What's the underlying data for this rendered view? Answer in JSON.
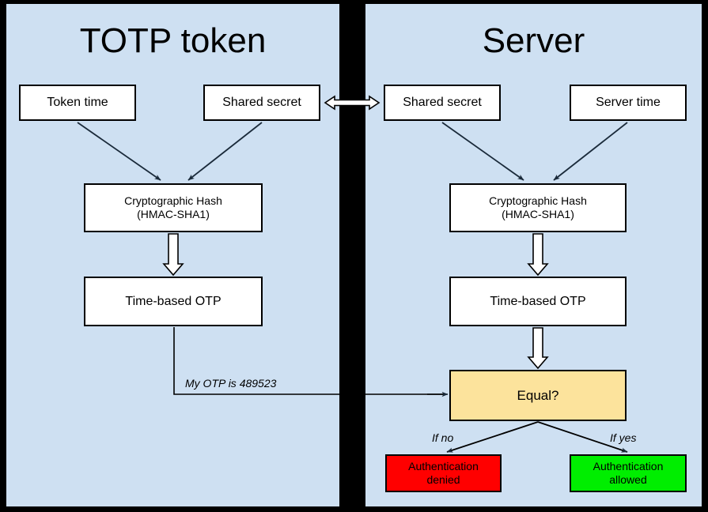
{
  "diagram": {
    "title": "TOTP token authentication flow",
    "colors": {
      "panel_background": "#cee0f2",
      "frame": "#000000",
      "node_fill": "#ffffff",
      "decision_fill": "#fce39c",
      "denied_fill": "#ff0000",
      "allowed_fill": "#00ee00"
    },
    "panels": [
      {
        "id": "token",
        "title": "TOTP token"
      },
      {
        "id": "server",
        "title": "Server"
      }
    ],
    "nodes": {
      "token_time": "Token time",
      "shared_secret_left": "Shared secret",
      "shared_secret_right": "Shared secret",
      "server_time": "Server time",
      "hash_left_line1": "Cryptographic Hash",
      "hash_left_line2": "(HMAC-SHA1)",
      "hash_right_line1": "Cryptographic Hash",
      "hash_right_line2": "(HMAC-SHA1)",
      "otp_left": "Time-based OTP",
      "otp_right": "Time-based OTP",
      "equal": "Equal?",
      "denied_line1": "Authentication",
      "denied_line2": "denied",
      "allowed_line1": "Authentication",
      "allowed_line2": "allowed"
    },
    "edge_labels": {
      "otp_message": "My OTP is 489523",
      "if_no": "If no",
      "if_yes": "If yes"
    }
  }
}
